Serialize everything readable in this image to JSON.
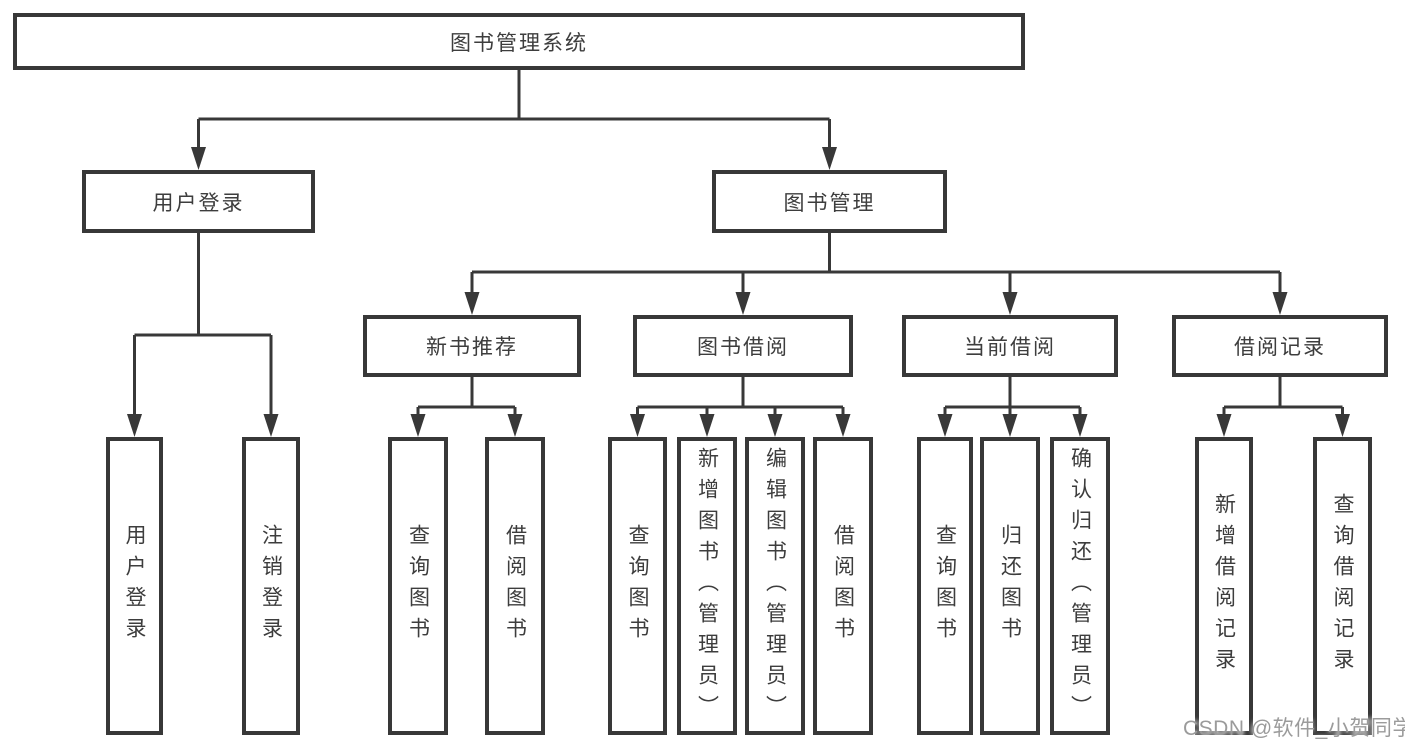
{
  "tree": {
    "root": {
      "label": "图书管理系统"
    },
    "branches": [
      {
        "label": "用户登录",
        "children": [
          {
            "label": "用户登录"
          },
          {
            "label": "注销登录"
          }
        ]
      },
      {
        "label": "图书管理",
        "children": [
          {
            "label": "新书推荐",
            "children": [
              {
                "label": "查询图书"
              },
              {
                "label": "借阅图书"
              }
            ]
          },
          {
            "label": "图书借阅",
            "children": [
              {
                "label": "查询图书"
              },
              {
                "label": "新增图书（管理员）"
              },
              {
                "label": "编辑图书（管理员）"
              },
              {
                "label": "借阅图书"
              }
            ]
          },
          {
            "label": "当前借阅",
            "children": [
              {
                "label": "查询图书"
              },
              {
                "label": "归还图书"
              },
              {
                "label": "确认归还（管理员）"
              }
            ]
          },
          {
            "label": "借阅记录",
            "children": [
              {
                "label": "新增借阅记录"
              },
              {
                "label": "查询借阅记录"
              }
            ]
          }
        ]
      }
    ]
  },
  "watermark": {
    "text": "CSDN @软件_小贺同学"
  },
  "colors": {
    "line": "#383838",
    "text": "#3d3d3d",
    "background": "#ffffff",
    "watermark": "#9b9b9b"
  }
}
